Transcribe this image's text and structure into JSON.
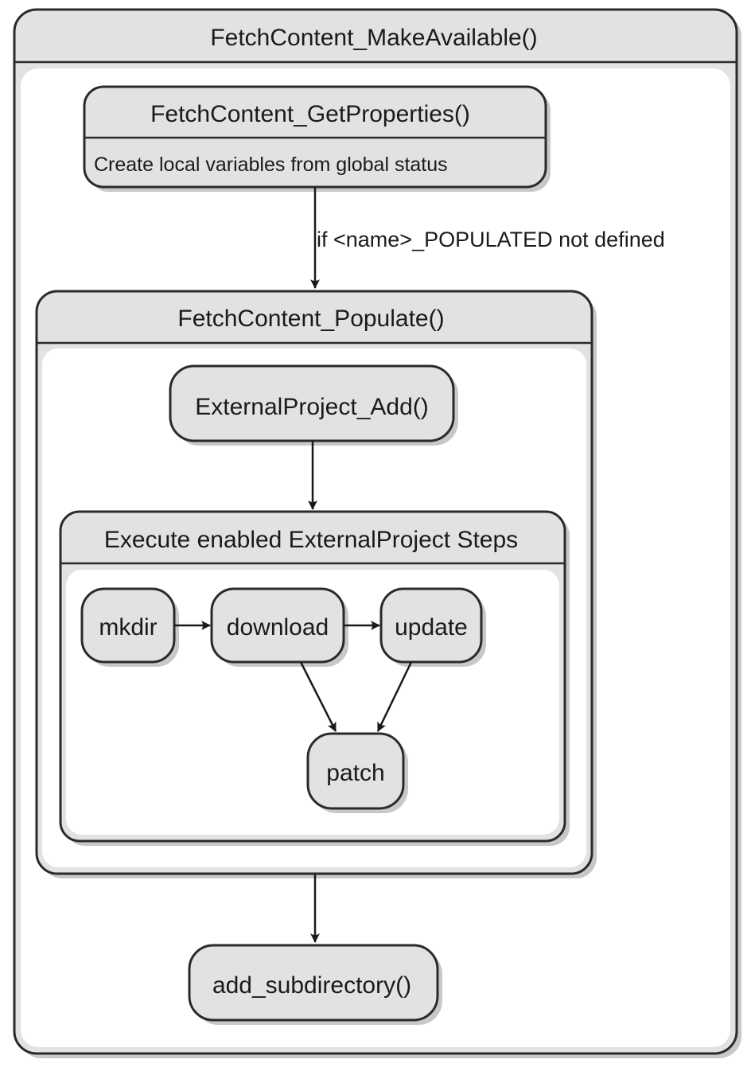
{
  "states": {
    "make_available": {
      "title": "FetchContent_MakeAvailable()"
    },
    "get_properties": {
      "title": "FetchContent_GetProperties()",
      "description": "Create local variables from global status"
    },
    "populate": {
      "title": "FetchContent_Populate()"
    },
    "external_project_add": {
      "title": "ExternalProject_Add()"
    },
    "execute_steps": {
      "title": "Execute enabled ExternalProject Steps"
    },
    "mkdir": {
      "title": "mkdir"
    },
    "download": {
      "title": "download"
    },
    "update": {
      "title": "update"
    },
    "patch": {
      "title": "patch"
    },
    "add_subdirectory": {
      "title": "add_subdirectory()"
    }
  },
  "transitions": {
    "get_properties_to_populate": {
      "label": "if <name>_POPULATED not defined"
    }
  }
}
